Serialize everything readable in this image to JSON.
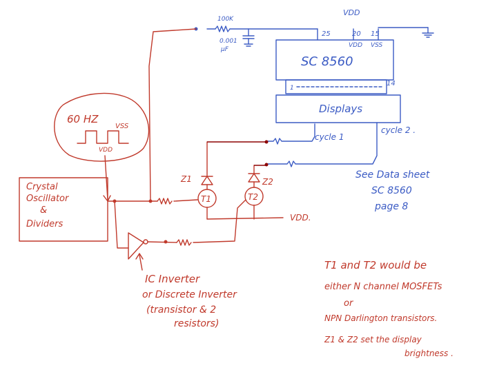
{
  "colors": {
    "red_ink": "#c0392b",
    "blue_ink": "#3b5bc4",
    "dark_red": "#8b0000",
    "paper": "#ffffff"
  },
  "ic": {
    "part_number": "SC 8560",
    "pin_25": "25",
    "pin_20": "20",
    "pin_15": "15",
    "pin_14": "14",
    "pin_1": "1",
    "vdd_label": "VDD",
    "vss_label": "VSS",
    "vdd_top": "VDD"
  },
  "rc": {
    "resistor": "100K",
    "capacitor_value": "0.001",
    "capacitor_unit": "μF"
  },
  "displays": {
    "label": "Displays",
    "cycle1": "cycle 1",
    "cycle2": "cycle 2 ."
  },
  "datasheet_note": {
    "line1": "See Data sheet",
    "line2": "SC 8560",
    "line3": "page 8"
  },
  "bubble": {
    "freq": "60 HZ",
    "vss": "VSS",
    "vdd": "VDD"
  },
  "oscillator": {
    "line1": "Crystal",
    "line2": "Oscillator",
    "line3": "&",
    "line4": "Dividers"
  },
  "zeners": {
    "z1": "Z1",
    "z2": "Z2"
  },
  "transistors": {
    "t1": "T1",
    "t2": "T2"
  },
  "vdd_rail": "VDD.",
  "inverter_note": {
    "line1": "IC Inverter",
    "line2": "or Discrete Inverter",
    "line3": "(transistor & 2",
    "line4": "resistors)"
  },
  "notes": {
    "line1": "T1 and T2 would be",
    "line2": "either N channel MOSFETs",
    "line3": "or",
    "line4": "NPN Darlington transistors.",
    "line5": "Z1 & Z2 set the display",
    "line6": "brightness ."
  }
}
